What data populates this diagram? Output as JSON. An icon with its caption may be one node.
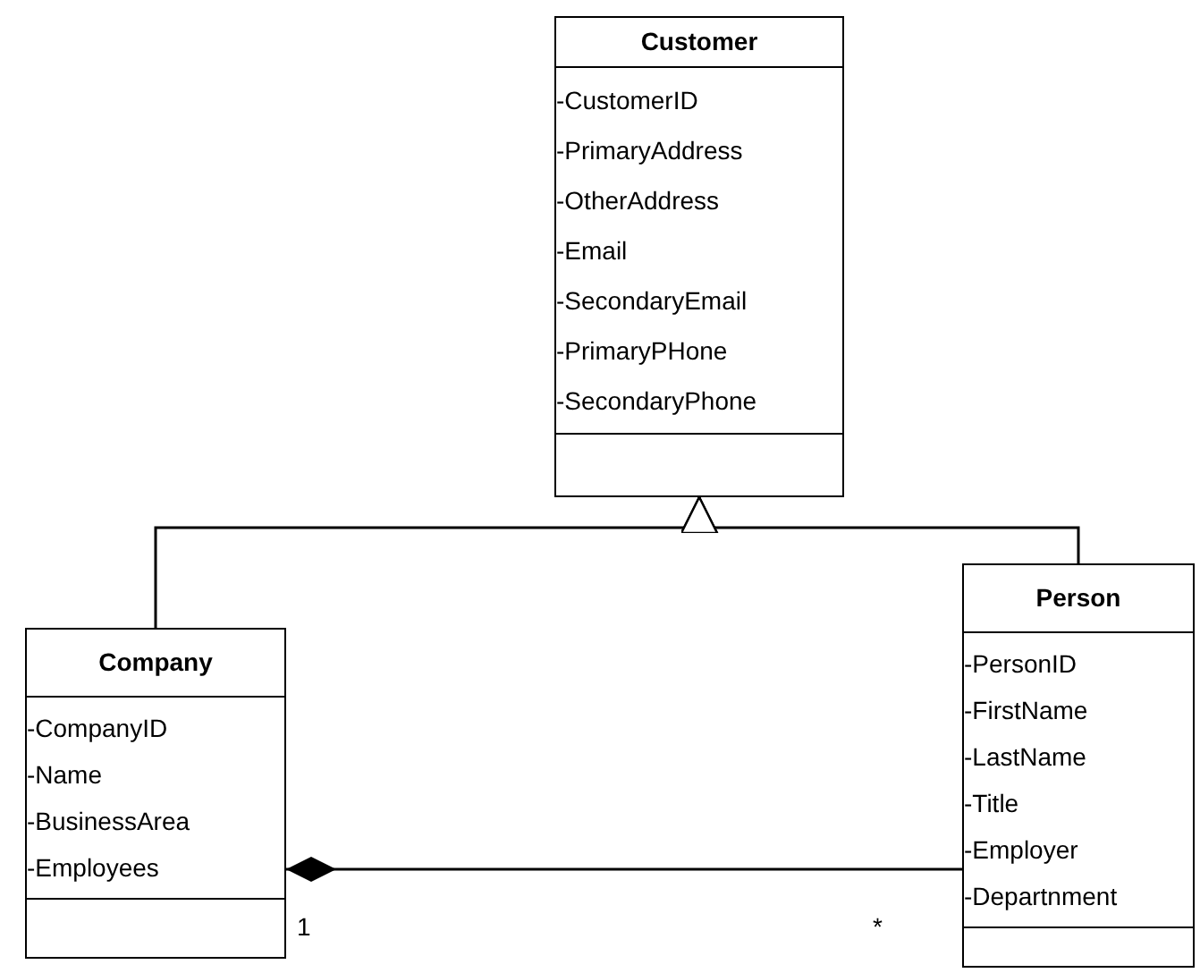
{
  "diagram": {
    "nodes": [
      {
        "text": [
          "Customer",
          "-CustomerID",
          "-PrimaryAddress",
          "-OtherAddress",
          "-Email",
          "-SecondaryEmail",
          "-PrimaryPHone",
          "-SecondaryPhone"
        ]
      },
      {
        "text": [
          "Company",
          "-CompanyID",
          "-Name",
          "-BusinessArea",
          "-Employees"
        ]
      },
      {
        "text": [
          "Person",
          "-PersonID",
          "-FirstName",
          "-LastName",
          "-Title",
          "-Employer",
          "-Departnment"
        ]
      }
    ],
    "edges": [
      {
        "from": 1,
        "to": 0,
        "arrow": "to"
      },
      {
        "from": 2,
        "to": 0,
        "arrow": "to"
      },
      {
        "from": 1,
        "to": 2,
        "arrow": "other"
      }
    ],
    "labels": [
      "1",
      "*"
    ]
  }
}
